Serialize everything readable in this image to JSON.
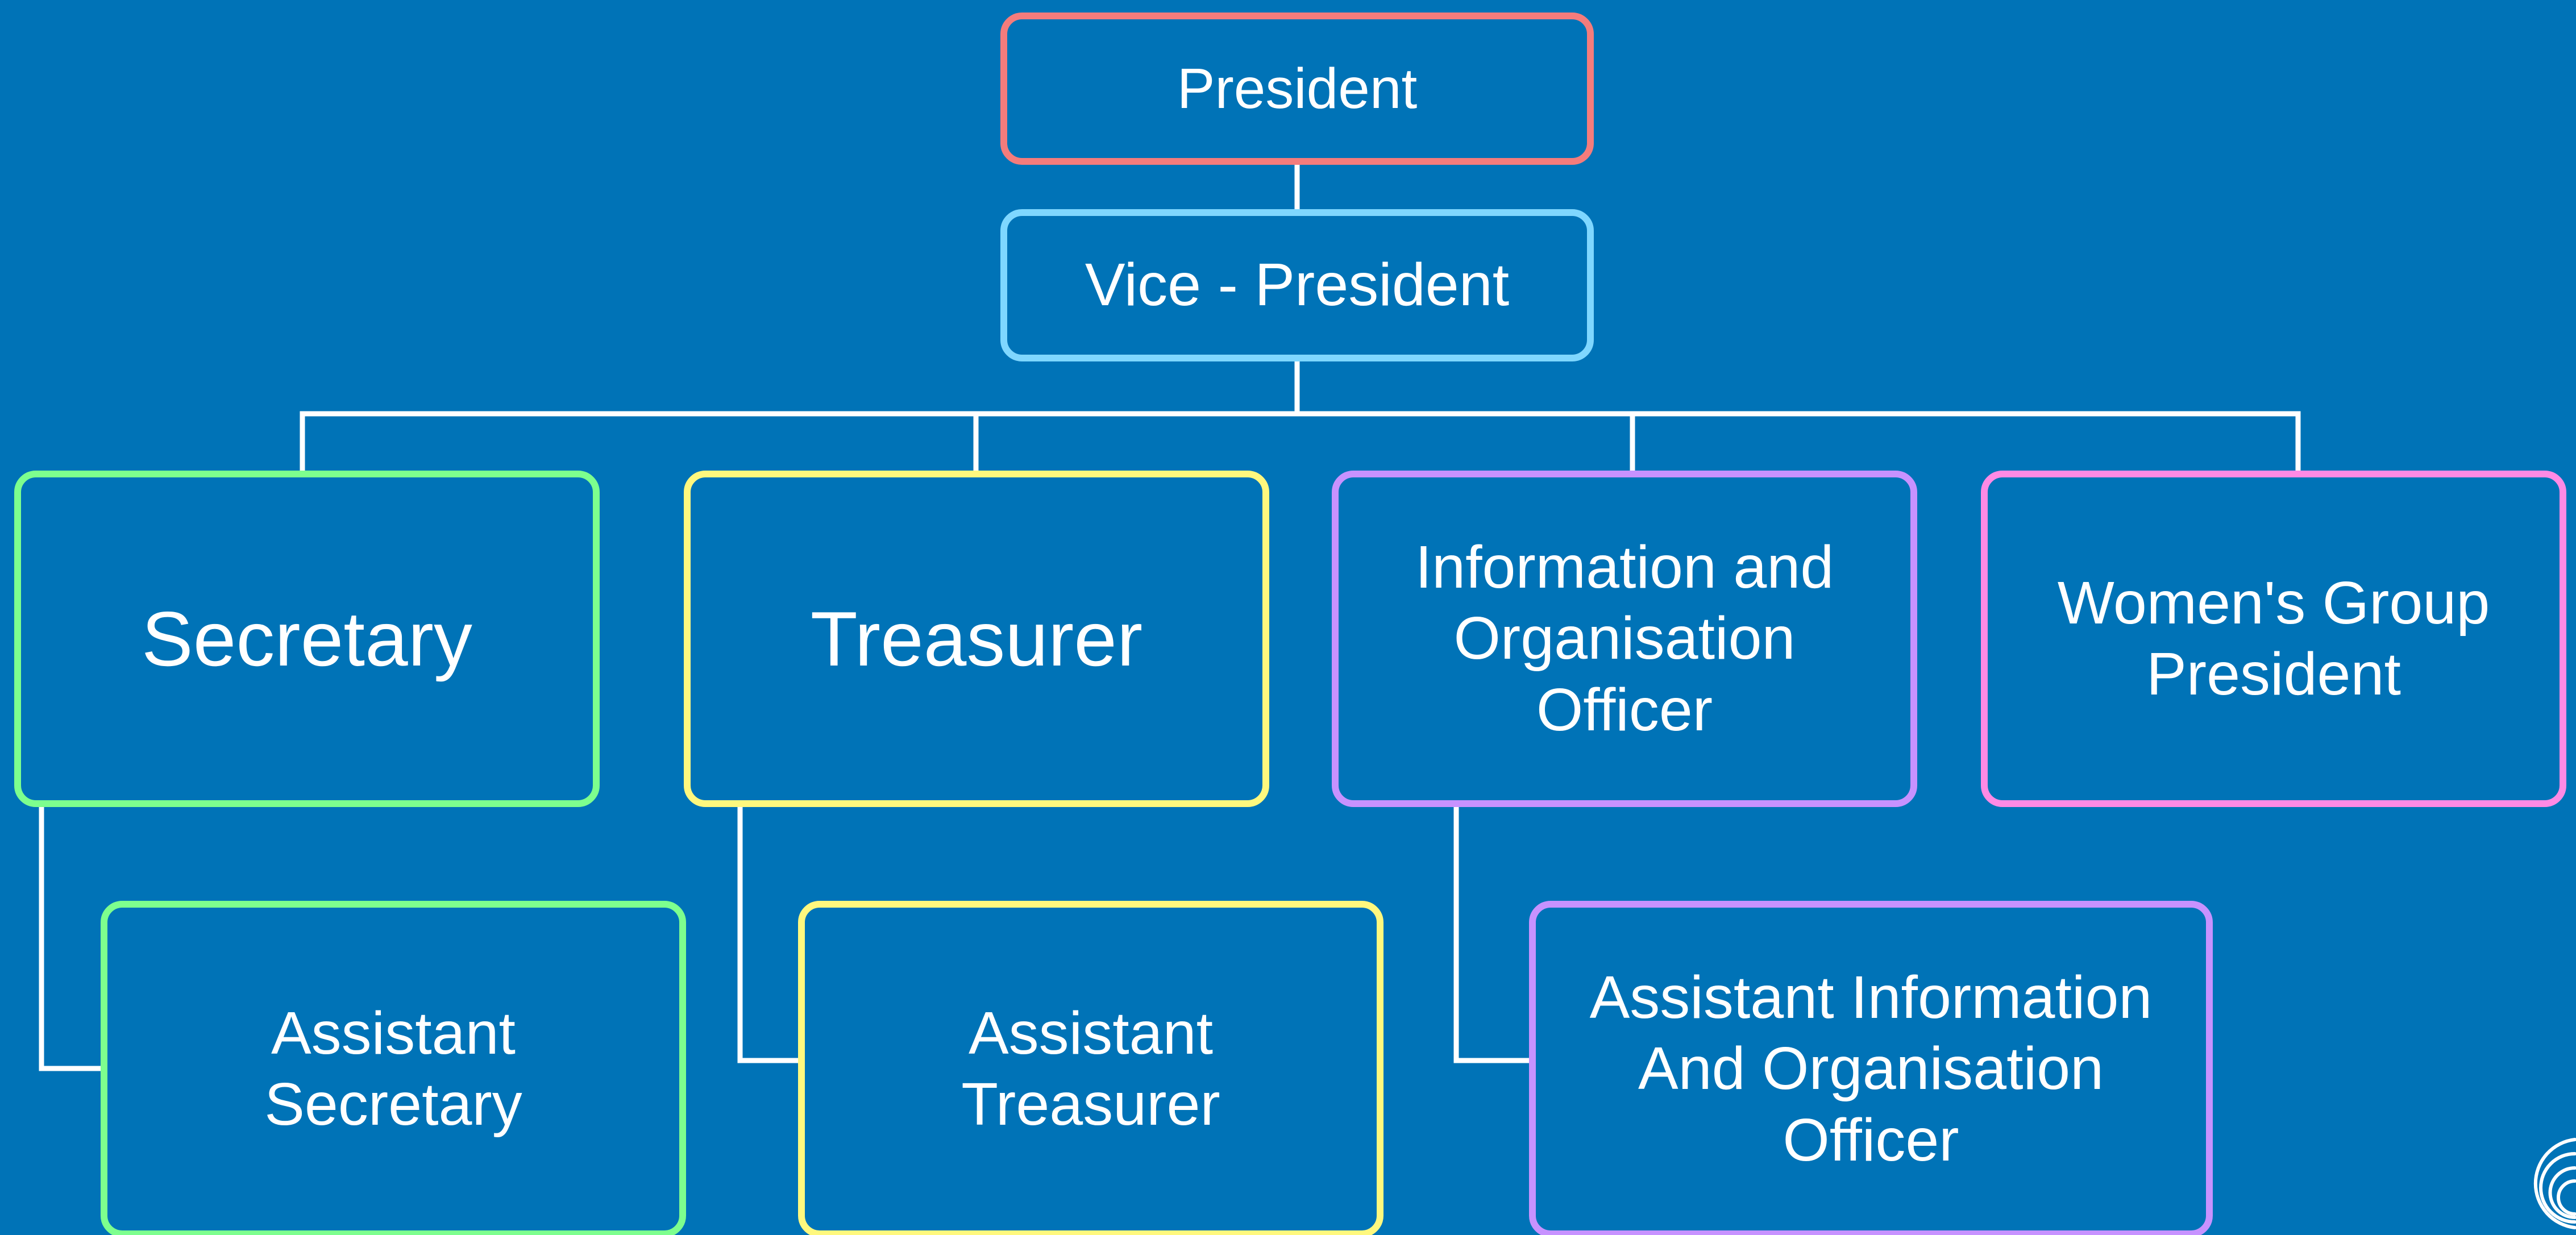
{
  "background_color": "#0073b7",
  "line_color": "#ffffff",
  "text_color": "#ffffff",
  "nodes": {
    "president": {
      "label": "President",
      "border_color": "#f47c7c"
    },
    "vice_president": {
      "label": "Vice - President",
      "border_color": "#7fd7ff"
    },
    "secretary": {
      "label": "Secretary",
      "border_color": "#7dff8e"
    },
    "treasurer": {
      "label": "Treasurer",
      "border_color": "#fff87e"
    },
    "info_officer": {
      "label": "Information and\nOrganisation\nOfficer",
      "border_color": "#c792ff"
    },
    "womens_president": {
      "label": "Women's Group\nPresident",
      "border_color": "#ff8ae5"
    },
    "assistant_secretary": {
      "label": "Assistant\nSecretary",
      "border_color": "#7dff8e"
    },
    "assistant_treasurer": {
      "label": "Assistant\nTreasurer",
      "border_color": "#fff87e"
    },
    "assistant_info_officer": {
      "label": "Assistant Information\nAnd Organisation\nOfficer",
      "border_color": "#c792ff"
    }
  },
  "logo": {
    "icon": "wave-arcs-icon",
    "color": "#ffffff"
  }
}
